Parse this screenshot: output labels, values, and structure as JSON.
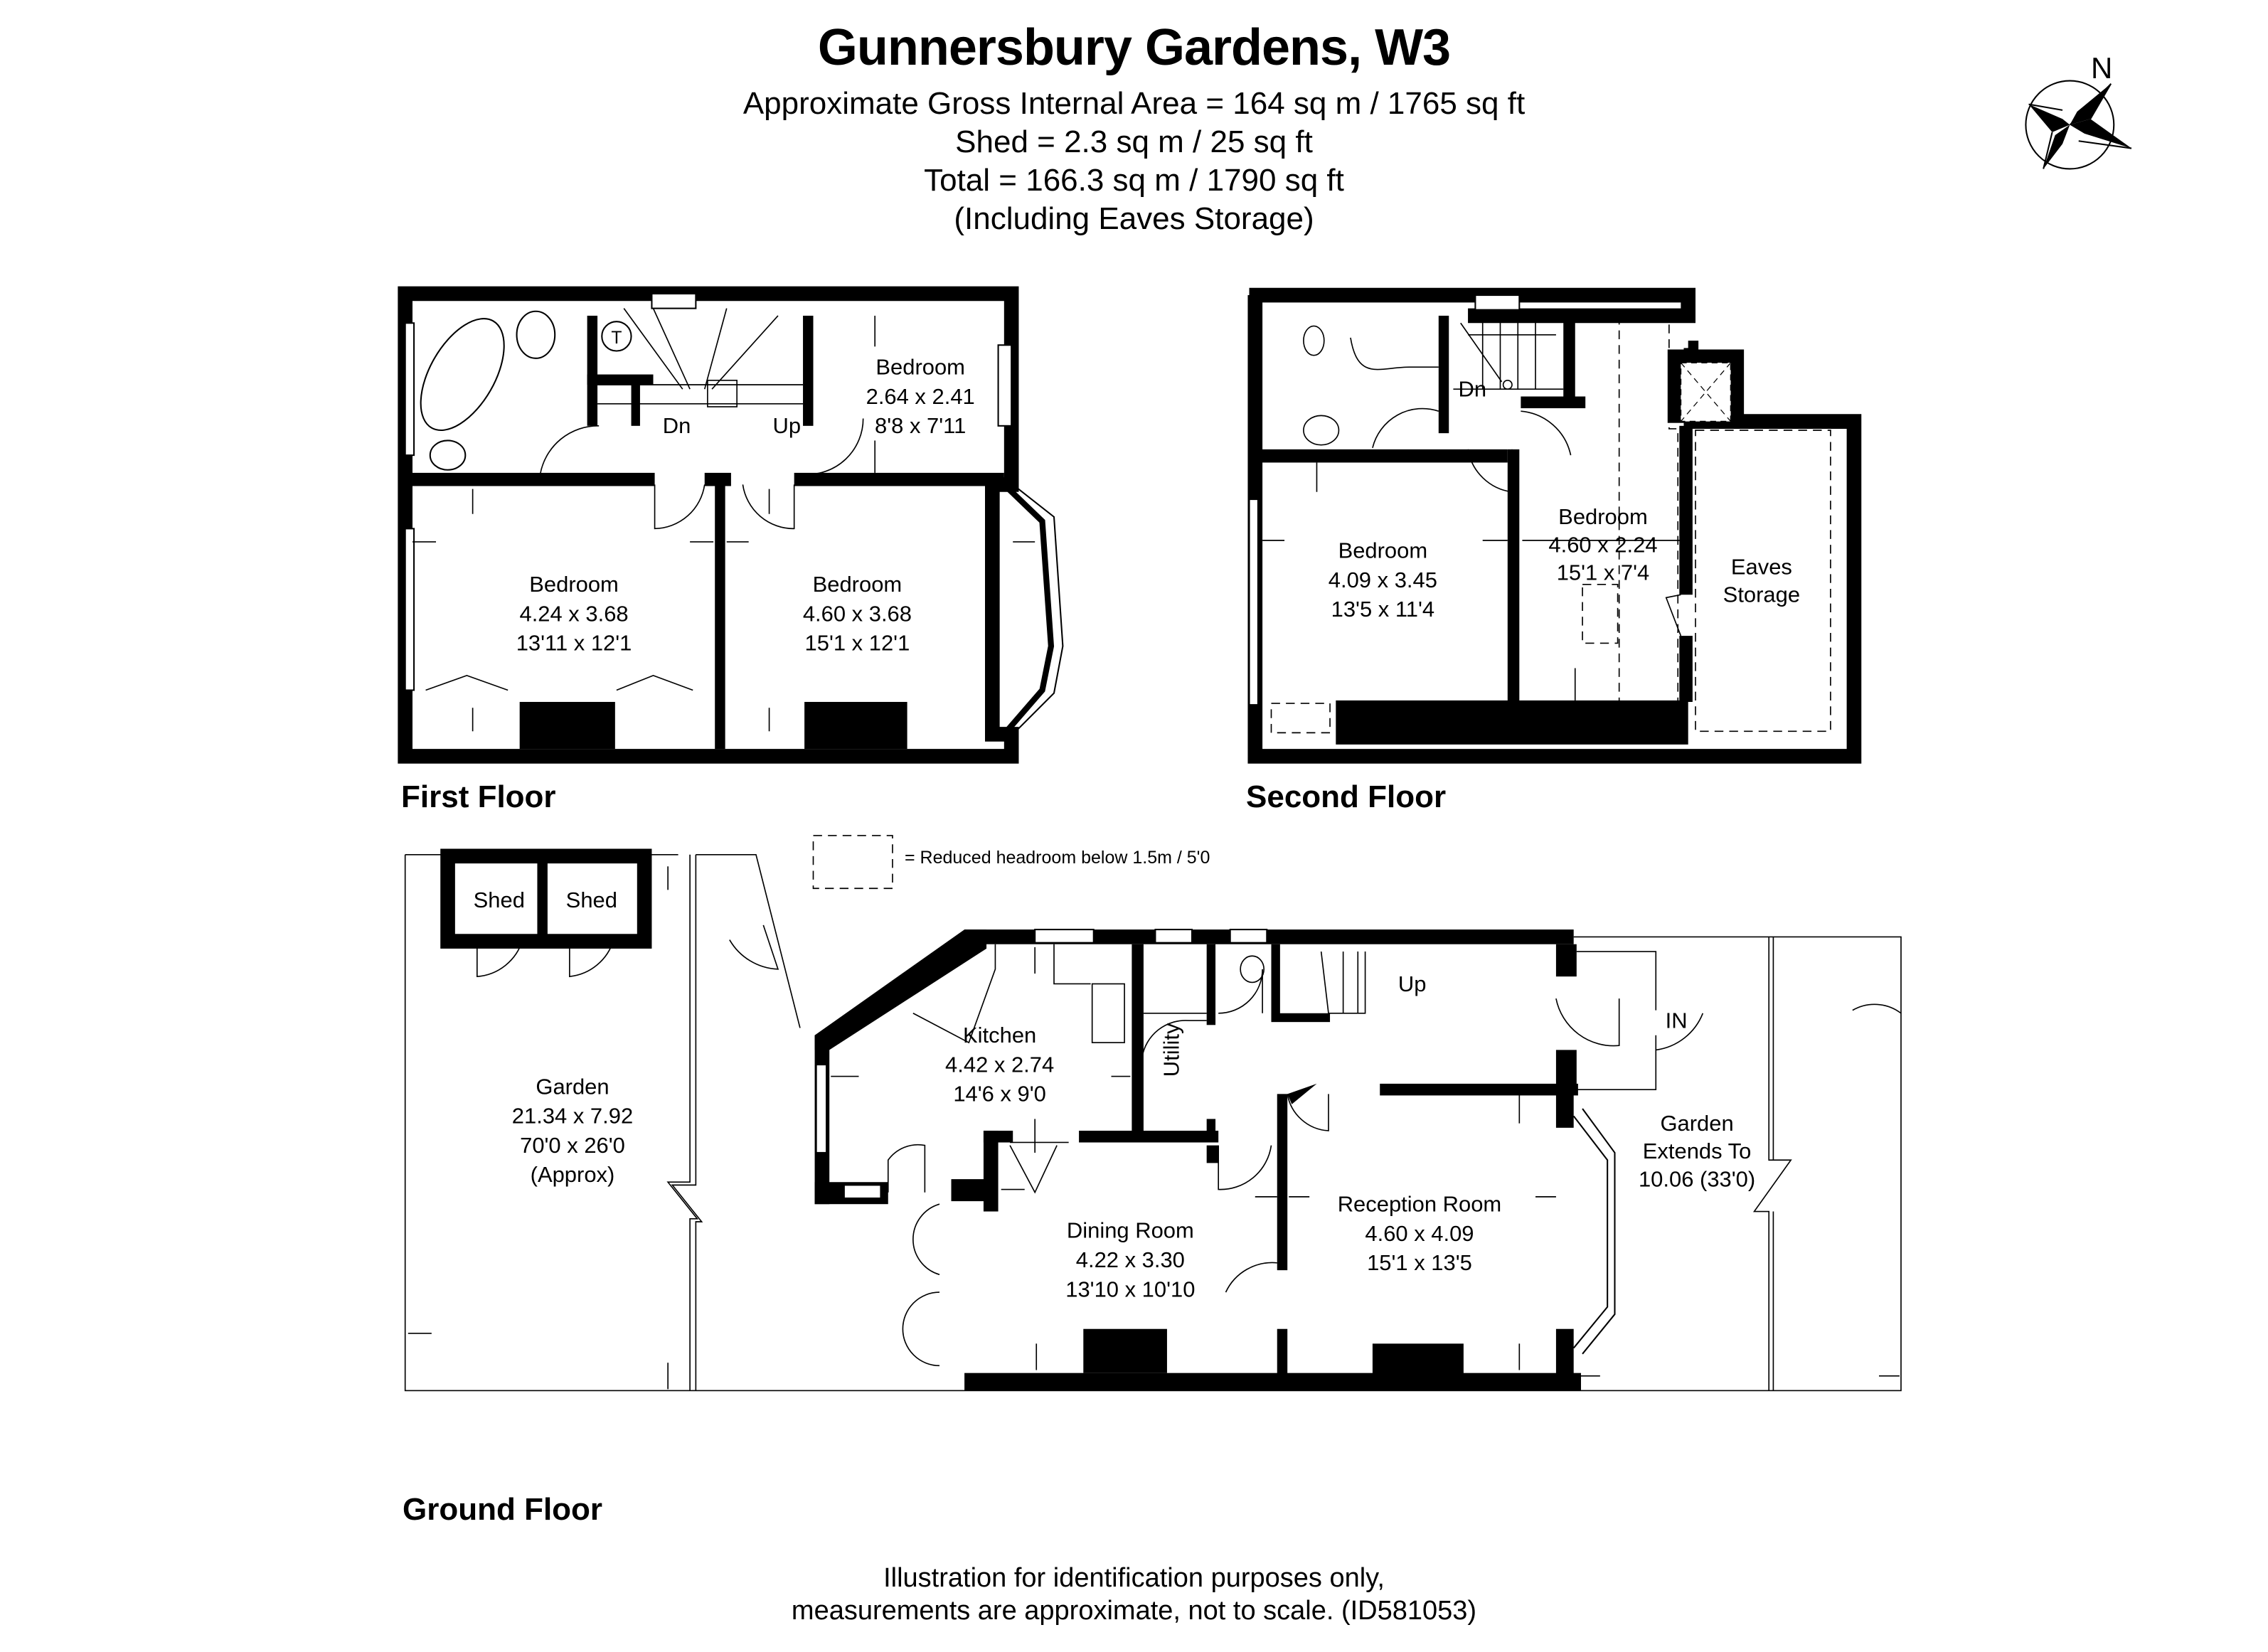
{
  "header": {
    "title": "Gunnersbury Gardens, W3",
    "area_lines": [
      "Approximate Gross Internal Area = 164 sq m / 1765 sq ft",
      "Shed = 2.3 sq m / 25 sq ft",
      "Total = 166.3 sq m / 1790 sq ft",
      "(Including Eaves Storage)"
    ]
  },
  "compass": {
    "label": "N",
    "icon": "compass-rose-icon"
  },
  "legend": {
    "text": "= Reduced headroom below 1.5m / 5'0",
    "icon": "dashed-box-icon"
  },
  "floors": {
    "first": {
      "label": "First Floor",
      "rooms": [
        {
          "name": "Bedroom",
          "metric": "2.64 x 2.41",
          "imperial": "8'8 x 7'11"
        },
        {
          "name": "Bedroom",
          "metric": "4.24 x 3.68",
          "imperial": "13'11 x 12'1"
        },
        {
          "name": "Bedroom",
          "metric": "4.60 x 3.68",
          "imperial": "15'1 x 12'1"
        }
      ],
      "stair_labels": {
        "down": "Dn",
        "up": "Up"
      },
      "tank_label": "T"
    },
    "second": {
      "label": "Second Floor",
      "rooms": [
        {
          "name": "Bedroom",
          "metric": "4.09 x 3.45",
          "imperial": "13'5 x 11'4"
        },
        {
          "name": "Bedroom",
          "metric": "4.60 x 2.24",
          "imperial": "15'1 x 7'4"
        },
        {
          "name": "Eaves",
          "metric": "Storage",
          "imperial": ""
        }
      ],
      "stair_labels": {
        "down": "Dn"
      }
    },
    "ground": {
      "label": "Ground Floor",
      "rooms": [
        {
          "name": "Kitchen",
          "metric": "4.42 x 2.74",
          "imperial": "14'6 x 9'0"
        },
        {
          "name": "Dining Room",
          "metric": "4.22 x 3.30",
          "imperial": "13'10 x 10'10"
        },
        {
          "name": "Reception Room",
          "metric": "4.60 x 4.09",
          "imperial": "15'1 x 13'5"
        },
        {
          "name": "Utility"
        }
      ],
      "garden": {
        "name": "Garden",
        "metric": "21.34 x 7.92",
        "imperial": "70'0 x 26'0",
        "note": "(Approx)"
      },
      "front_garden": {
        "line1": "Garden",
        "line2": "Extends To",
        "line3": "10.06 (33'0)"
      },
      "sheds": [
        "Shed",
        "Shed"
      ],
      "stair_labels": {
        "up": "Up"
      },
      "entrance_label": "IN"
    }
  },
  "disclaimer": [
    "Illustration for identification purposes only,",
    "measurements are approximate, not to scale. (ID581053)"
  ]
}
